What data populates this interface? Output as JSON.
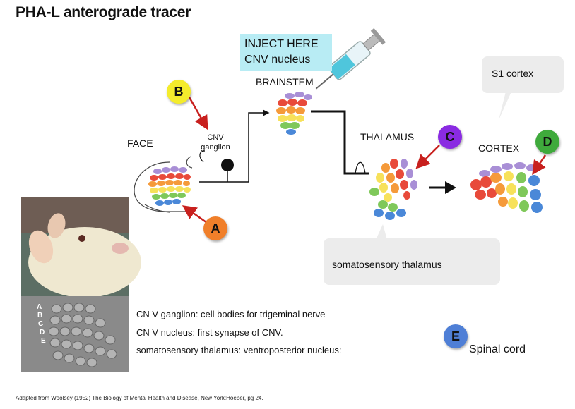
{
  "title": "PHA-L anterograde tracer",
  "inject_box": {
    "line1": "INJECT HERE",
    "line2": "CNV nucleus"
  },
  "labels": {
    "brainstem": "BRAINSTEM",
    "face": "FACE",
    "cnv_ganglion_line1": "CNV",
    "cnv_ganglion_line2": "ganglion",
    "thalamus": "THALAMUS",
    "cortex": "CORTEX"
  },
  "callouts": {
    "s1": "S1 cortex",
    "somatosensory": "somatosensory thalamus"
  },
  "markers": [
    {
      "id": "A",
      "color": "#f07f2a"
    },
    {
      "id": "B",
      "color": "#f4ec2c"
    },
    {
      "id": "C",
      "color": "#8a2be2"
    },
    {
      "id": "D",
      "color": "#3faa3c"
    },
    {
      "id": "E",
      "color": "#4f7fd6"
    }
  ],
  "notes": [
    "CN V ganglion: cell bodies for trigeminal nerve",
    "CN V nucleus: first synapse of CNV.",
    "somatosensory thalamus: ventroposterior nucleus:"
  ],
  "spinal_cord": "Spinal cord",
  "barrel_letters": [
    "A",
    "B",
    "C",
    "D",
    "E"
  ],
  "footer": "Adapted from Woolsey (1952) The Biology of Mental Health and Disease, New York:Hoeber, pg 24.",
  "colors": {
    "arrow_red": "#c8201e",
    "row_colors": [
      "#a98fd6",
      "#e84a3a",
      "#f59a3a",
      "#f7e15a",
      "#7fc85a",
      "#4a88d8"
    ]
  }
}
